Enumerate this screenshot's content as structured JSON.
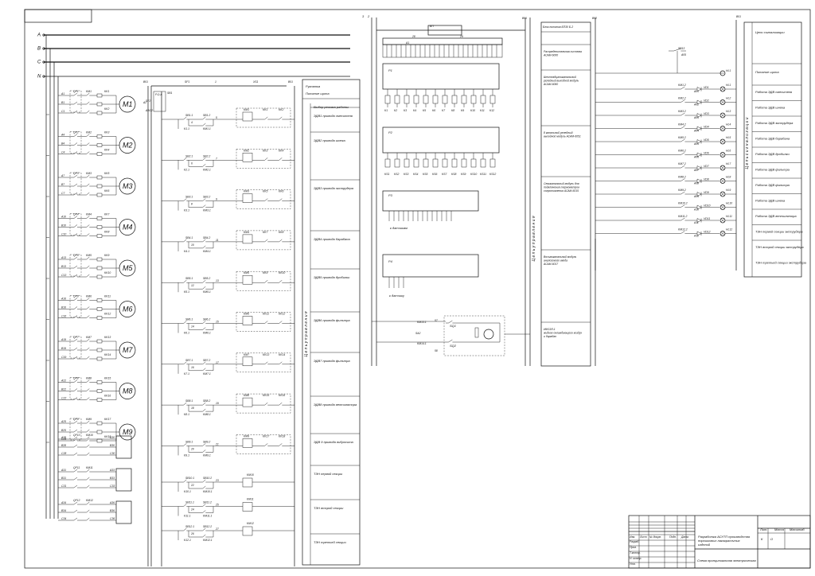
{
  "supply": {
    "phases": [
      "A",
      "B",
      "C",
      "N"
    ],
    "upper_bus": [
      "3",
      "2"
    ]
  },
  "cabinet_text": {
    "pos_label": "P.O.A",
    "a2": "A2",
    "av2": "ABO2"
  },
  "motor_groups": [
    {
      "qf": "QF1",
      "km": "KM1",
      "kk": [
        "KK1",
        "KK2"
      ],
      "phases": [
        "A1",
        "B1",
        "C1"
      ],
      "motor": "M1"
    },
    {
      "qf": "QF2",
      "km": "KM2",
      "kk": [
        "KK3",
        "KK4"
      ],
      "phases": [
        "A4",
        "B4",
        "C4"
      ],
      "motor": "M2"
    },
    {
      "qf": "QF3",
      "km": "KM3",
      "kk": [
        "KK5",
        "KK6"
      ],
      "phases": [
        "A7",
        "B7",
        "C7"
      ],
      "motor": "M3"
    },
    {
      "qf": "QF4",
      "km": "KM4",
      "kk": [
        "KK7",
        "KK8"
      ],
      "phases": [
        "A10",
        "B10",
        "C10"
      ],
      "motor": "M4"
    },
    {
      "qf": "QF5",
      "km": "KM5",
      "kk": [
        "KK9",
        "KK10"
      ],
      "phases": [
        "A13",
        "B13",
        "C13"
      ],
      "motor": "M5"
    },
    {
      "qf": "QF6",
      "km": "KM6",
      "kk": [
        "KK11",
        "KK12"
      ],
      "phases": [
        "A16",
        "B16",
        "C16"
      ],
      "motor": "M6"
    },
    {
      "qf": "QF7",
      "km": "KM7",
      "kk": [
        "KK13",
        "KK14"
      ],
      "phases": [
        "A19",
        "B19",
        "C19"
      ],
      "motor": "M7"
    },
    {
      "qf": "QF8",
      "km": "KM8",
      "kk": [
        "KK15",
        "KK16"
      ],
      "phases": [
        "A22",
        "B22",
        "C22"
      ],
      "motor": "M8"
    },
    {
      "qf": "QF9",
      "km": "KM9",
      "kk": [
        "KK17",
        "KK18"
      ],
      "phases": [
        "A25",
        "B25",
        "C25"
      ],
      "motor": "M9"
    }
  ],
  "heater_groups": [
    {
      "qf": "QF10",
      "km": "KM10",
      "phases": [
        "A28",
        "B28",
        "C28"
      ],
      "load": [
        "A30",
        "B30",
        "C30"
      ]
    },
    {
      "qf": "QF11",
      "km": "KM11",
      "phases": [
        "A31",
        "B31",
        "C31"
      ],
      "load": [
        "A33",
        "B33",
        "C33"
      ]
    },
    {
      "qf": "QF12",
      "km": "KM12",
      "phases": [
        "A34",
        "B34",
        "C34"
      ],
      "load": [
        "A36",
        "B36",
        "C36"
      ]
    }
  ],
  "control": {
    "top_labels": [
      "SF1",
      "1",
      "XS1",
      "B01",
      "SB1",
      "SF2"
    ],
    "rungs": [
      {
        "sb_stop": "SB1.1",
        "sb_start": "SB1.2",
        "km_aux": "KM1.1",
        "k": "K1.1",
        "coil": "KM1",
        "kk": [
          "KK1",
          "KK2"
        ],
        "w": [
          "4",
          "5"
        ]
      },
      {
        "sb_stop": "SB2.1",
        "sb_start": "SB2.2",
        "km_aux": "KM2.1",
        "k": "K2.1",
        "coil": "KM2",
        "kk": [
          "KK3",
          "KK4"
        ],
        "w": [
          "6",
          "7"
        ]
      },
      {
        "sb_stop": "SB3.1",
        "sb_start": "SB3.2",
        "km_aux": "KM3.1",
        "k": "K3.1",
        "coil": "KM3",
        "kk": [
          "KK5",
          "KK6"
        ],
        "w": [
          "8",
          "9"
        ]
      },
      {
        "sb_stop": "SB4.1",
        "sb_start": "SB4.2",
        "km_aux": "KM4.1",
        "k": "K4.1",
        "coil": "KM4",
        "kk": [
          "KK7",
          "KK8"
        ],
        "w": [
          "10",
          "11"
        ]
      },
      {
        "sb_stop": "SB5.1",
        "sb_start": "SB5.2",
        "km_aux": "KM5.1",
        "k": "K5.1",
        "coil": "KM5",
        "kk": [
          "KK9",
          "KK10"
        ],
        "w": [
          "12",
          "13"
        ]
      },
      {
        "sb_stop": "SB6.1",
        "sb_start": "SB6.2",
        "km_aux": "KM6.1",
        "k": "K6.1",
        "coil": "KM6",
        "kk": [
          "KK11",
          "KK12"
        ],
        "w": [
          "14",
          "15"
        ]
      },
      {
        "sb_stop": "SB7.1",
        "sb_start": "SB7.2",
        "km_aux": "KM7.1",
        "k": "K7.1",
        "coil": "KM7",
        "kk": [
          "KK13",
          "KK14"
        ],
        "w": [
          "16",
          "17"
        ]
      },
      {
        "sb_stop": "SB8.1",
        "sb_start": "SB8.2",
        "km_aux": "KM8.1",
        "k": "K8.1",
        "coil": "KM8",
        "kk": [
          "KK15",
          "KK16"
        ],
        "w": [
          "18",
          "19"
        ]
      },
      {
        "sb_stop": "SB9.1",
        "sb_start": "SB9.2",
        "km_aux": "KM9.1",
        "k": "K9.1",
        "coil": "KM9",
        "kk": [
          "KK17",
          "KK18"
        ],
        "w": [
          "20",
          "21"
        ]
      }
    ],
    "heater_rungs": [
      {
        "sb_stop": "SB10.1",
        "sb_start": "SB10.2",
        "km_aux": "KM10.1",
        "k": "K10.1",
        "coil": "KM10",
        "w": [
          "22",
          "23"
        ]
      },
      {
        "sb_stop": "SB11.1",
        "sb_start": "SB11.2",
        "km_aux": "KM11.1",
        "k": "K11.1",
        "coil": "KM11",
        "w": [
          "24",
          "25"
        ]
      },
      {
        "sb_stop": "SB12.1",
        "sb_start": "SB12.2",
        "km_aux": "KM12.1",
        "k": "K12.1",
        "coil": "KM12",
        "w": [
          "26",
          "27"
        ]
      }
    ],
    "header_left": "Рукоятка",
    "header_sub": "Питание щита",
    "mode_header": "Выбор режима работы",
    "descriptions": [
      "ЭДВ1 привода смесителя",
      "ЭДВ2 привода шнека",
      "ЭДВ3 привода экструдера",
      "ЭДВ4 привода барабана",
      "ЭДВ5 привода дробилки",
      "ЭДВ6 привода фильтра",
      "ЭДВ7 привода фильтра",
      "ЭДВ8 привода вентилятора",
      "ЭДВ 9 привода вибросита",
      "ТЭН первой секции",
      "ТЭН второй секции",
      "ТЭН третьей секции"
    ],
    "vertical_label": "Ц е п ь   у п р а в л е н и я"
  },
  "plc": {
    "blocks": [
      "A1",
      "P1",
      "P2",
      "P3",
      "P4"
    ],
    "top_labels": [
      "B01",
      "28",
      "29"
    ],
    "sensor_labels": [
      "к датчикам",
      "к датчику"
    ],
    "k_labels": [
      "K1",
      "K2",
      "K3",
      "K4",
      "K5",
      "K6",
      "K7",
      "K8",
      "K9",
      "K10",
      "K11",
      "K12"
    ],
    "ks_labels": [
      "KS1",
      "KS2",
      "KS3",
      "KS4",
      "KS5",
      "KS6",
      "KS7",
      "KS8",
      "KS9",
      "KS10",
      "KS11",
      "KS12"
    ],
    "motor": {
      "k1": "KM13.1",
      "k2": "KM14.1",
      "sq": [
        "SQ1",
        "SQ2"
      ],
      "sa": "SA2",
      "nums": [
        "57",
        "58"
      ]
    }
  },
  "plc_desc": {
    "items": [
      "Блок питания БП30 Б-2",
      "Распределительная система АСАМ-6000",
      "Шестнадцатиканальный релейный выходной модуль АСАМ-6060",
      "8 канальный релейный выходной модуль АСАМ-6051",
      "Семиканальный модуль для подключения термометров сопротивления АСАМ-6015",
      "Восьмиканальный модуль аналогового ввода АСАМ-6017",
      "ИМ1ЭЛ-1 жидкое-охлаждающего воздух и барабан"
    ],
    "vertical_label": "Ц е п ь   у п р а в л е н и я",
    "top_labels": [
      "B01",
      "B02"
    ]
  },
  "signal": {
    "header": "Цепи сигнализации",
    "sb13": "SB13",
    "node": "A05",
    "rows": [
      {
        "km": "KM1.2",
        "vd": "VD1",
        "hl": "HL1",
        "n": "A01",
        "label": "Питание щита"
      },
      {
        "km": "KM2.2",
        "vd": "VD2",
        "hl": "HL2",
        "n": "A02",
        "label": "Работа ЭДВ смесителя"
      },
      {
        "km": "KM3.2",
        "vd": "VD3",
        "hl": "HL3",
        "n": "A03",
        "label": "Работа ЭДВ шнека"
      },
      {
        "km": "KM4.2",
        "vd": "VD4",
        "hl": "HL4",
        "n": "A04",
        "label": "Работа ЭДВ экструдера"
      },
      {
        "km": "KM5.2",
        "vd": "VD5",
        "hl": "HL5",
        "n": "A05",
        "label": "Работа ЭДВ барабана"
      },
      {
        "km": "KM6.2",
        "vd": "VD6",
        "hl": "HL6",
        "n": "A06",
        "label": "Работа ЭДВ дробилки"
      },
      {
        "km": "KM7.2",
        "vd": "VD7",
        "hl": "HL7",
        "n": "A07",
        "label": "Работа ЭДВ фильтра"
      },
      {
        "km": "KM8.2",
        "vd": "VD8",
        "hl": "HL8",
        "n": "A08",
        "label": "Работа ЭДВ фильтра"
      },
      {
        "km": "KM9.2",
        "vd": "VD9",
        "hl": "HL9",
        "n": "A09",
        "label": "Работа ЭДВ шнека"
      },
      {
        "km": "KM10.2",
        "vd": "VD10",
        "hl": "HL10",
        "n": "A10",
        "label": "Работа ЭДВ вентилятора"
      },
      {
        "km": "KM11.2",
        "vd": "VD11",
        "hl": "HL11",
        "n": "A11",
        "label": "ТЭН первой секции экструдера"
      },
      {
        "km": "KM12.2",
        "vd": "VD12",
        "hl": "HL12",
        "n": "A12",
        "label": "ТЭН второй секции экструдера"
      }
    ],
    "extra_label": "ТЭН третьей секции экструдера",
    "top_label": "B01",
    "vertical_label": "Ц е п ь   с и г н а л и з а ц и и"
  },
  "title_block": {
    "title": "Разработка АСУТП производства порошковых лакокрасочных изделий",
    "subtitle": "Схема принципиальная электрическая",
    "cols": [
      "Лит.",
      "Масса",
      "Масштаб"
    ],
    "lit": "К",
    "mass": "О",
    "rows": [
      "Изм.",
      "Лист",
      "№ докум.",
      "Подп.",
      "Дата"
    ],
    "roles": [
      "Разраб.",
      "Пров.",
      "Т.контр.",
      "Н. контр.",
      "Утв."
    ]
  }
}
